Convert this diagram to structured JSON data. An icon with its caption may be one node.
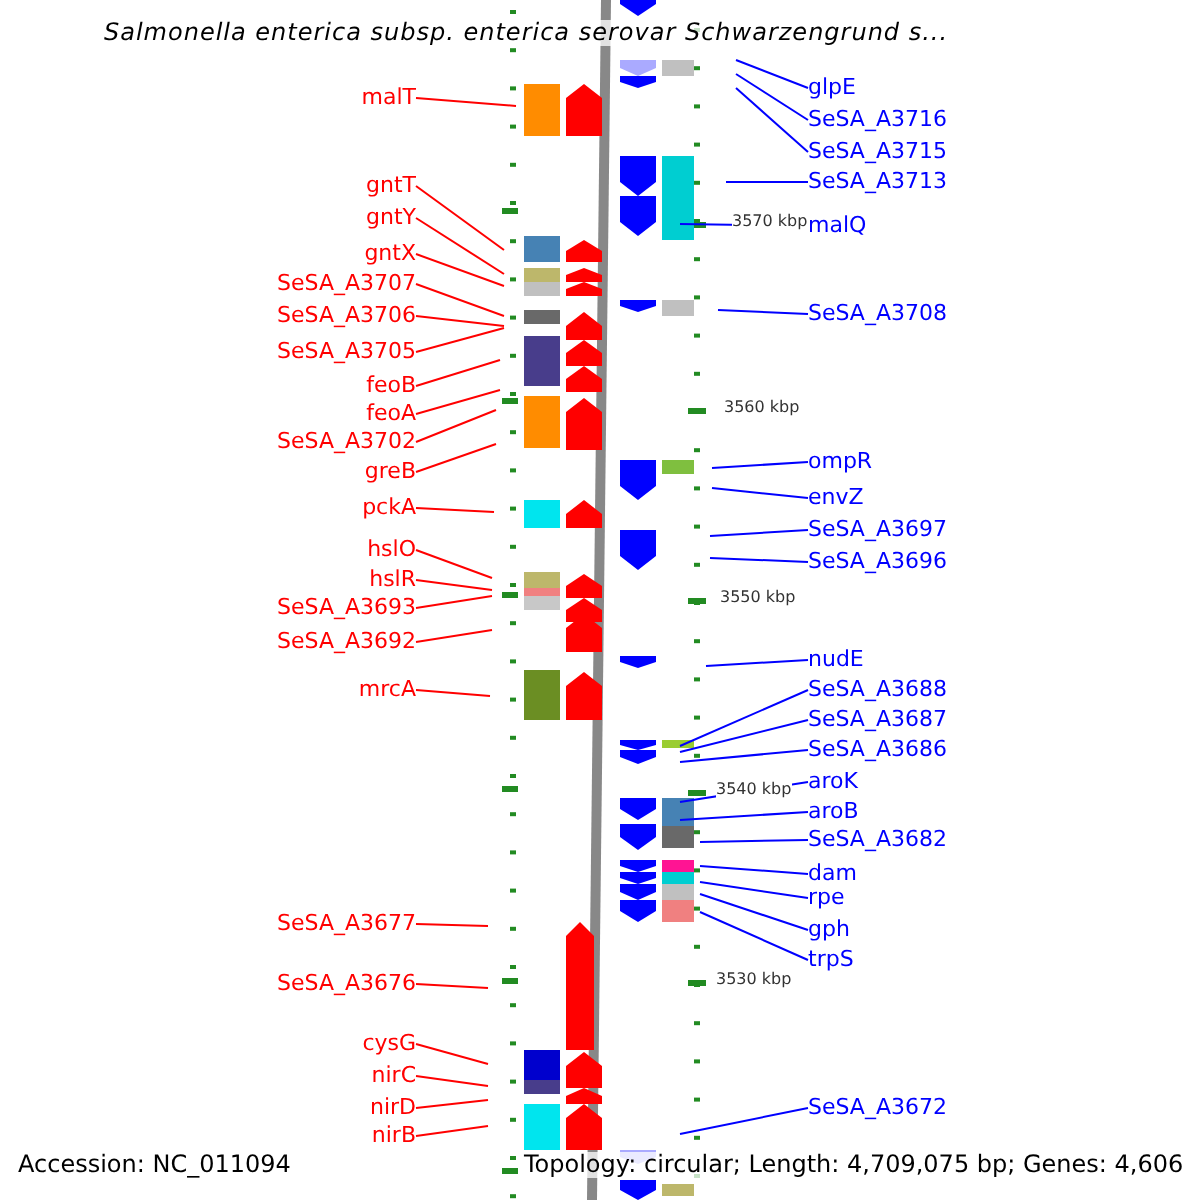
{
  "diagram": {
    "title": "Salmonella enterica subsp. enterica serovar Schwarzengrund s...",
    "nodes": [
      {
        "text": [
          "malT"
        ]
      },
      {
        "text": [
          "gntT"
        ]
      },
      {
        "text": [
          "gntY"
        ]
      },
      {
        "text": [
          "gntX"
        ]
      },
      {
        "text": [
          "SeSA_A3707"
        ]
      },
      {
        "text": [
          "SeSA_A3706"
        ]
      },
      {
        "text": [
          "SeSA_A3705"
        ]
      },
      {
        "text": [
          "feoB"
        ]
      },
      {
        "text": [
          "feoA"
        ]
      },
      {
        "text": [
          "SeSA_A3702"
        ]
      },
      {
        "text": [
          "greB"
        ]
      },
      {
        "text": [
          "pckA"
        ]
      },
      {
        "text": [
          "hslO"
        ]
      },
      {
        "text": [
          "hslR"
        ]
      },
      {
        "text": [
          "SeSA_A3693"
        ]
      },
      {
        "text": [
          "SeSA_A3692"
        ]
      },
      {
        "text": [
          "mrcA"
        ]
      },
      {
        "text": [
          "SeSA_A3677"
        ]
      },
      {
        "text": [
          "SeSA_A3676"
        ]
      },
      {
        "text": [
          "cysG"
        ]
      },
      {
        "text": [
          "nirC"
        ]
      },
      {
        "text": [
          "nirD"
        ]
      },
      {
        "text": [
          "nirB"
        ]
      },
      {
        "text": [
          "glpE"
        ]
      },
      {
        "text": [
          "SeSA_A3716"
        ]
      },
      {
        "text": [
          "SeSA_A3715"
        ]
      },
      {
        "text": [
          "SeSA_A3713"
        ]
      },
      {
        "text": [
          "malQ"
        ]
      },
      {
        "text": [
          "SeSA_A3708"
        ]
      },
      {
        "text": [
          "ompR"
        ]
      },
      {
        "text": [
          "envZ"
        ]
      },
      {
        "text": [
          "SeSA_A3697"
        ]
      },
      {
        "text": [
          "SeSA_A3696"
        ]
      },
      {
        "text": [
          "nudE"
        ]
      },
      {
        "text": [
          "SeSA_A3688"
        ]
      },
      {
        "text": [
          "SeSA_A3687"
        ]
      },
      {
        "text": [
          "SeSA_A3686"
        ]
      },
      {
        "text": [
          "aroK"
        ]
      },
      {
        "text": [
          "aroB"
        ]
      },
      {
        "text": [
          "SeSA_A3682"
        ]
      },
      {
        "text": [
          "dam"
        ]
      },
      {
        "text": [
          "rpe"
        ]
      },
      {
        "text": [
          "gph"
        ]
      },
      {
        "text": [
          "trpS"
        ]
      },
      {
        "text": [
          "SeSA_A3672"
        ]
      }
    ],
    "edges": [
      {
        "from": 0,
        "to": null,
        "arrow": "none"
      },
      {
        "from": 1,
        "to": null,
        "arrow": "none"
      },
      {
        "from": 2,
        "to": null,
        "arrow": "none"
      },
      {
        "from": 3,
        "to": null,
        "arrow": "none"
      },
      {
        "from": 4,
        "to": null,
        "arrow": "none"
      },
      {
        "from": 5,
        "to": null,
        "arrow": "none"
      },
      {
        "from": 6,
        "to": null,
        "arrow": "none"
      },
      {
        "from": 7,
        "to": null,
        "arrow": "none"
      },
      {
        "from": 8,
        "to": null,
        "arrow": "none"
      },
      {
        "from": 9,
        "to": null,
        "arrow": "none"
      },
      {
        "from": 10,
        "to": null,
        "arrow": "none"
      },
      {
        "from": 11,
        "to": null,
        "arrow": "none"
      },
      {
        "from": 12,
        "to": null,
        "arrow": "none"
      },
      {
        "from": 13,
        "to": null,
        "arrow": "none"
      },
      {
        "from": 14,
        "to": null,
        "arrow": "none"
      },
      {
        "from": 15,
        "to": null,
        "arrow": "none"
      },
      {
        "from": 16,
        "to": null,
        "arrow": "none"
      },
      {
        "from": 17,
        "to": null,
        "arrow": "none"
      },
      {
        "from": 18,
        "to": null,
        "arrow": "none"
      },
      {
        "from": 19,
        "to": null,
        "arrow": "none"
      },
      {
        "from": 20,
        "to": null,
        "arrow": "none"
      },
      {
        "from": 21,
        "to": null,
        "arrow": "none"
      },
      {
        "from": 22,
        "to": null,
        "arrow": "none"
      },
      {
        "from": 23,
        "to": null,
        "arrow": "none",
        "color": "#0000ff"
      },
      {
        "from": 24,
        "to": null,
        "arrow": "none",
        "color": "#0000ff"
      },
      {
        "from": 25,
        "to": null,
        "arrow": "none",
        "color": "#0000ff"
      },
      {
        "from": 26,
        "to": null,
        "arrow": "none",
        "color": "#0000ff"
      },
      {
        "from": 27,
        "to": null,
        "arrow": "none",
        "color": "#0000ff"
      },
      {
        "from": 28,
        "to": null,
        "arrow": "none",
        "color": "#0000ff"
      },
      {
        "from": 29,
        "to": null,
        "arrow": "none",
        "color": "#0000ff"
      },
      {
        "from": 30,
        "to": null,
        "arrow": "none",
        "color": "#0000ff"
      },
      {
        "from": 31,
        "to": null,
        "arrow": "none",
        "color": "#0000ff"
      },
      {
        "from": 32,
        "to": null,
        "arrow": "none",
        "color": "#0000ff"
      },
      {
        "from": 33,
        "to": null,
        "arrow": "none",
        "color": "#0000ff"
      },
      {
        "from": 34,
        "to": null,
        "arrow": "none",
        "color": "#0000ff"
      },
      {
        "from": 35,
        "to": null,
        "arrow": "none",
        "color": "#0000ff"
      },
      {
        "from": 36,
        "to": null,
        "arrow": "none",
        "color": "#0000ff"
      },
      {
        "from": 37,
        "to": null,
        "arrow": "none",
        "color": "#0000ff"
      },
      {
        "from": 38,
        "to": null,
        "arrow": "none",
        "color": "#0000ff"
      },
      {
        "from": 39,
        "to": null,
        "arrow": "none",
        "color": "#0000ff"
      },
      {
        "from": 40,
        "to": null,
        "arrow": "none",
        "color": "#0000ff"
      },
      {
        "from": 41,
        "to": null,
        "arrow": "none",
        "color": "#0000ff"
      },
      {
        "from": 42,
        "to": null,
        "arrow": "none",
        "color": "#0000ff"
      },
      {
        "from": 43,
        "to": null,
        "arrow": "none",
        "color": "#0000ff"
      },
      {
        "from": 44,
        "to": null,
        "arrow": "none",
        "color": "#0000ff"
      }
    ],
    "labels": [
      "3570 kbp",
      "3560 kbp",
      "3550 kbp",
      "3540 kbp",
      "3530 kbp",
      "Accession: NC_011094",
      "Topology: circular; Length: 4,709,075 bp; Genes: 4,606"
    ]
  }
}
